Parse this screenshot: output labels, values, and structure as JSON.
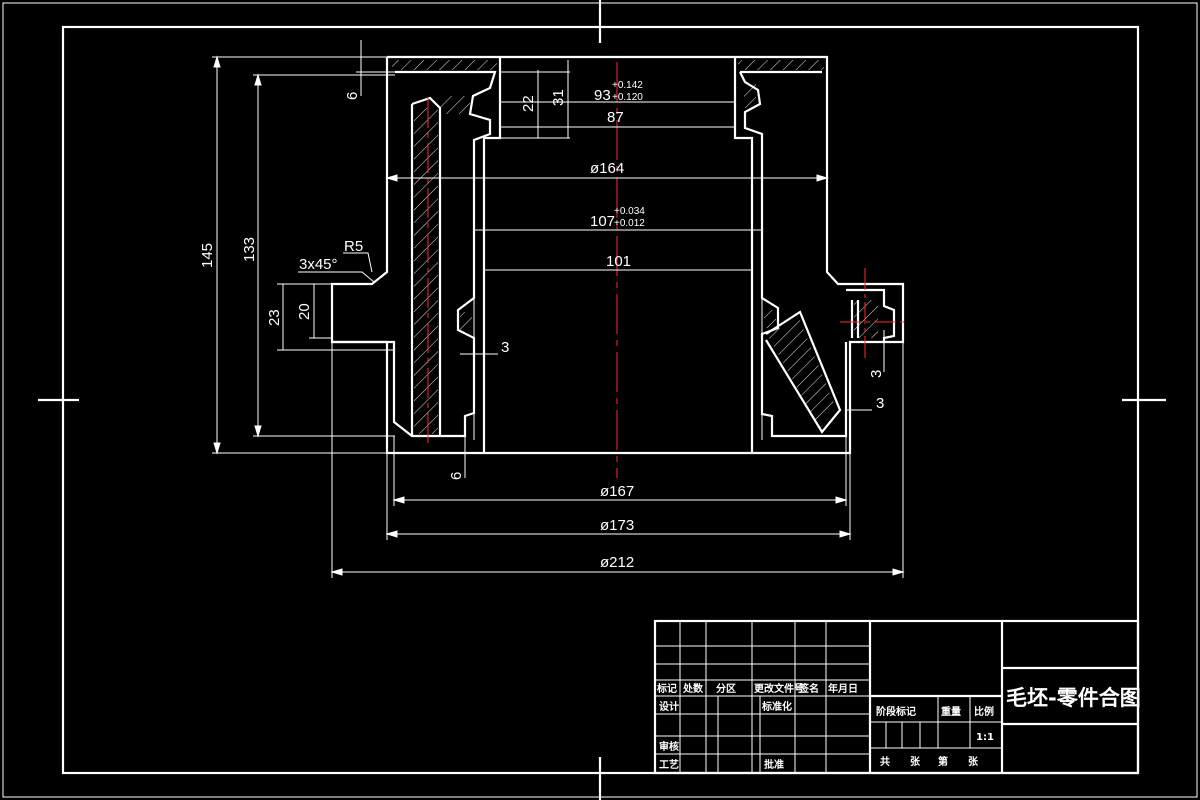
{
  "title_block": {
    "drawing_title": "毛坯-零件合图",
    "scale_label": "比例",
    "scale_value": "1:1",
    "weight_label": "重量",
    "stage_mark_label": "阶段标记",
    "sheets_text": [
      "共",
      "张",
      "第",
      "张"
    ],
    "rev_headers": [
      "标记",
      "处数",
      "分区",
      "更改文件号",
      "签名",
      "年月日"
    ],
    "role_design": "设计",
    "role_standardize": "标准化",
    "role_review": "审核",
    "role_process": "工艺",
    "role_approve": "批准"
  },
  "dimensions": {
    "d93": "93",
    "d93_tol_upper": "+0.142",
    "d93_tol_lower": "+0.120",
    "d87": "87",
    "d164": "ø164",
    "d107": "107",
    "d107_tol_upper": "+0.034",
    "d107_tol_lower": "+0.012",
    "d101": "101",
    "d167": "ø167",
    "d173": "ø173",
    "d212": "ø212",
    "h145": "145",
    "h133": "133",
    "h6_top": "6",
    "h22": "22",
    "h31": "31",
    "h23": "23",
    "h20": "20",
    "r5": "R5",
    "chamfer": "3x45°",
    "w3_left": "3",
    "w3_right_a": "3",
    "w3_right_b": "3",
    "h6_bottom": "6"
  },
  "colors": {
    "lines": "#ffffff",
    "centerline": "#ff2a2a",
    "background": "#000000"
  }
}
